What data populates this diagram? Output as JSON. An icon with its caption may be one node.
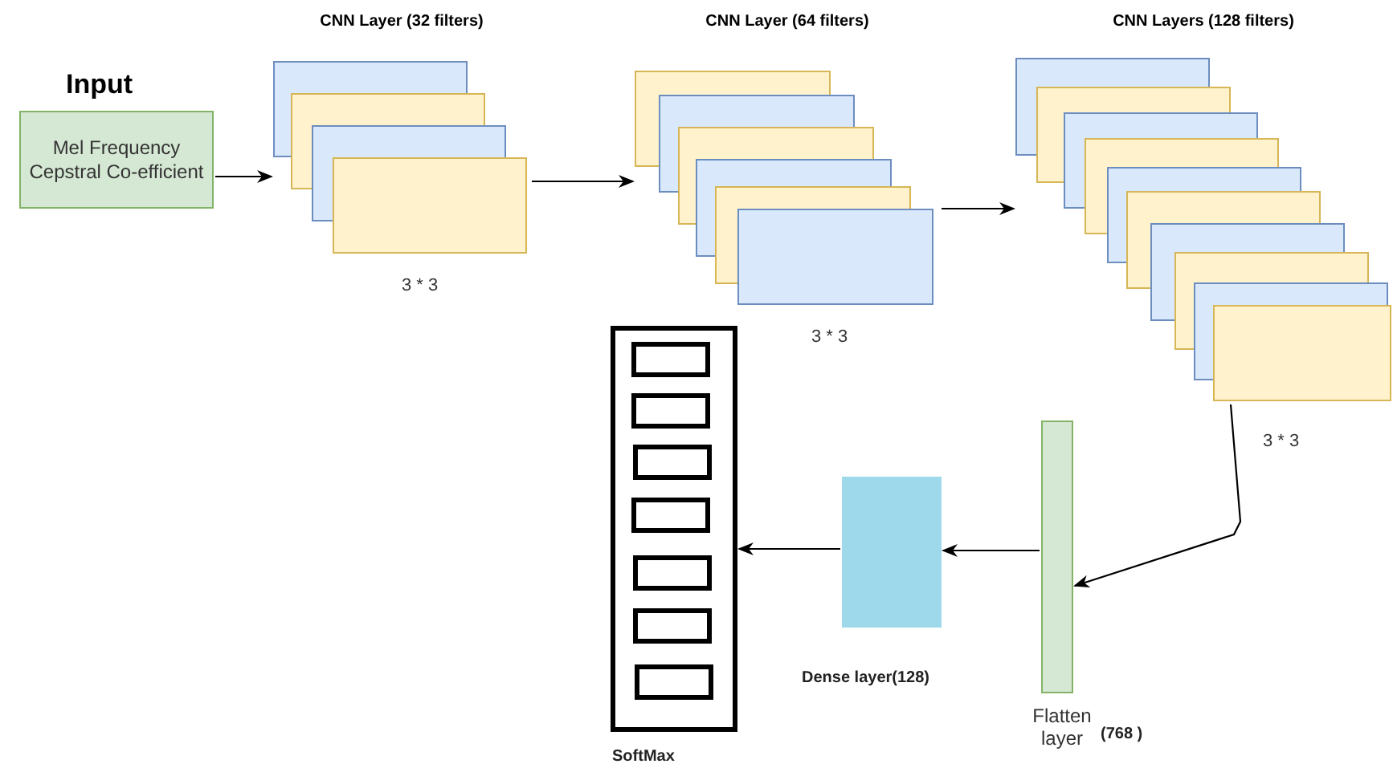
{
  "diagram": {
    "nodes": [
      {
        "text": [
          "Input",
          "Mel Frequency Cepstral Co-efficient"
        ]
      },
      {
        "text": [
          "CNN Layer (32 filters)"
        ],
        "beside": [
          "3 * 3"
        ]
      },
      {
        "text": [],
        "shape": "box",
        "in": 1
      },
      {
        "text": [],
        "shape": "box",
        "in": 1
      },
      {
        "text": [],
        "shape": "box",
        "in": 1
      },
      {
        "text": [],
        "shape": "box",
        "in": 1
      },
      {
        "text": [
          "CNN Layer (64 filters)"
        ],
        "beside": [
          "3 * 3"
        ]
      },
      {
        "text": [],
        "shape": "box",
        "in": 6
      },
      {
        "text": [],
        "shape": "box",
        "in": 6
      },
      {
        "text": [],
        "shape": "box",
        "in": 6
      },
      {
        "text": [],
        "shape": "box",
        "in": 6
      },
      {
        "text": [],
        "shape": "box",
        "in": 6
      },
      {
        "text": [],
        "shape": "box",
        "in": 6
      },
      {
        "text": [
          "CNN Layers (128 filters)"
        ],
        "beside": [
          "3 * 3"
        ]
      },
      {
        "text": [],
        "shape": "box",
        "in": 13
      },
      {
        "text": [],
        "shape": "box",
        "in": 13
      },
      {
        "text": [],
        "shape": "box",
        "in": 13
      },
      {
        "text": [],
        "shape": "box",
        "in": 13
      },
      {
        "text": [],
        "shape": "box",
        "in": 13
      },
      {
        "text": [],
        "shape": "box",
        "in": 13
      },
      {
        "text": [],
        "shape": "box",
        "in": 13
      },
      {
        "text": [],
        "shape": "box",
        "in": 13
      },
      {
        "text": [],
        "shape": "box",
        "in": 13
      },
      {
        "text": [],
        "shape": "box",
        "in": 13
      },
      {
        "text": [
          "Flatten layer"
        ],
        "beside": [
          "(768 )"
        ]
      },
      {
        "text": [
          "Dense layer(128)"
        ]
      },
      {
        "text": [
          "SoftMax"
        ]
      },
      {
        "text": [],
        "shape": "box",
        "in": 26
      },
      {
        "text": [],
        "shape": "box",
        "in": 26
      },
      {
        "text": [],
        "shape": "box",
        "in": 26
      },
      {
        "text": [],
        "shape": "box",
        "in": 26
      },
      {
        "text": [],
        "shape": "box",
        "in": 26
      },
      {
        "text": [],
        "shape": "box",
        "in": 26
      },
      {
        "text": [],
        "shape": "box",
        "in": 26
      }
    ],
    "edges": [
      {
        "from": 0,
        "to": 1,
        "arrow": "to"
      },
      {
        "from": 1,
        "to": 6,
        "arrow": "to"
      },
      {
        "from": 6,
        "to": 13,
        "arrow": "to"
      },
      {
        "from": 13,
        "to": 24,
        "arrow": "to"
      },
      {
        "from": 24,
        "to": 25,
        "arrow": "to"
      },
      {
        "from": 25,
        "to": 26,
        "arrow": "to"
      }
    ]
  }
}
